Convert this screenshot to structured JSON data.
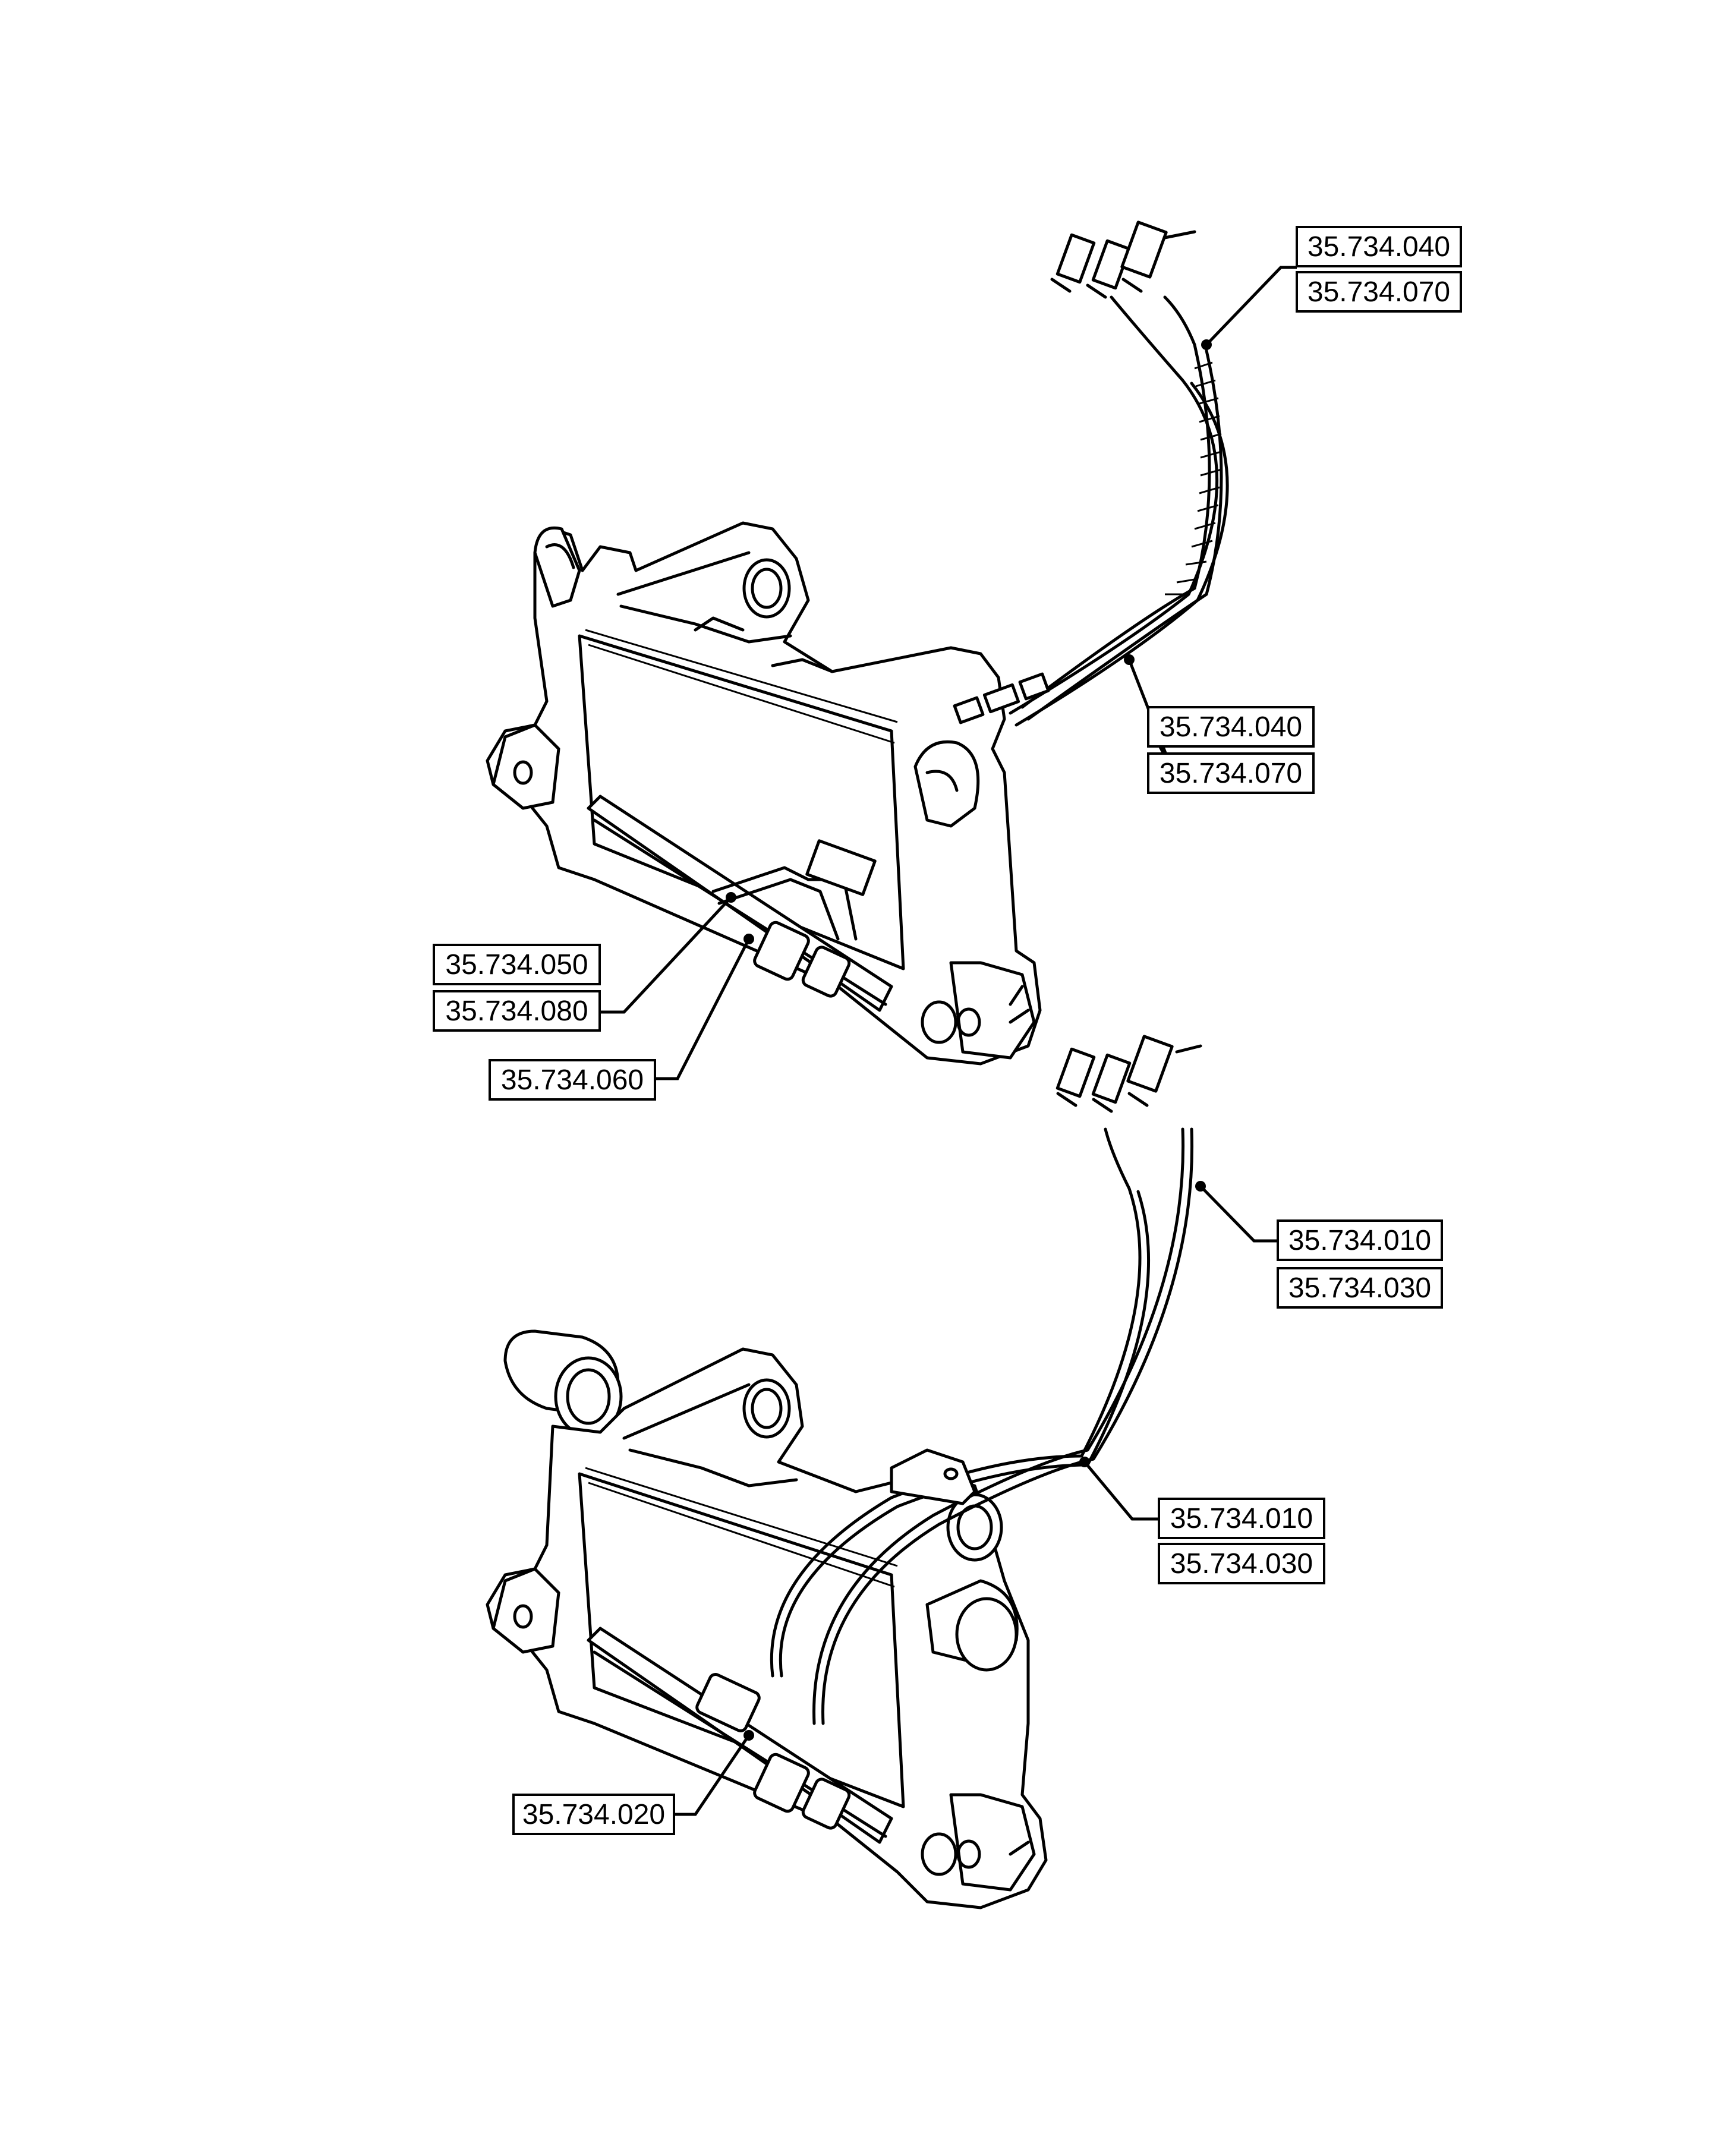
{
  "upper_assembly": {
    "callouts": {
      "hose_top_a": "35.734.040",
      "hose_top_b": "35.734.070",
      "hose_mid_a": "35.734.040",
      "hose_mid_b": "35.734.070",
      "cyl_fit_a": "35.734.050",
      "cyl_fit_b": "35.734.080",
      "cylinder": "35.734.060"
    }
  },
  "lower_assembly": {
    "callouts": {
      "hose_top_a": "35.734.010",
      "hose_top_b": "35.734.030",
      "hose_mid_a": "35.734.010",
      "hose_mid_b": "35.734.030",
      "cylinder": "35.734.020"
    }
  }
}
